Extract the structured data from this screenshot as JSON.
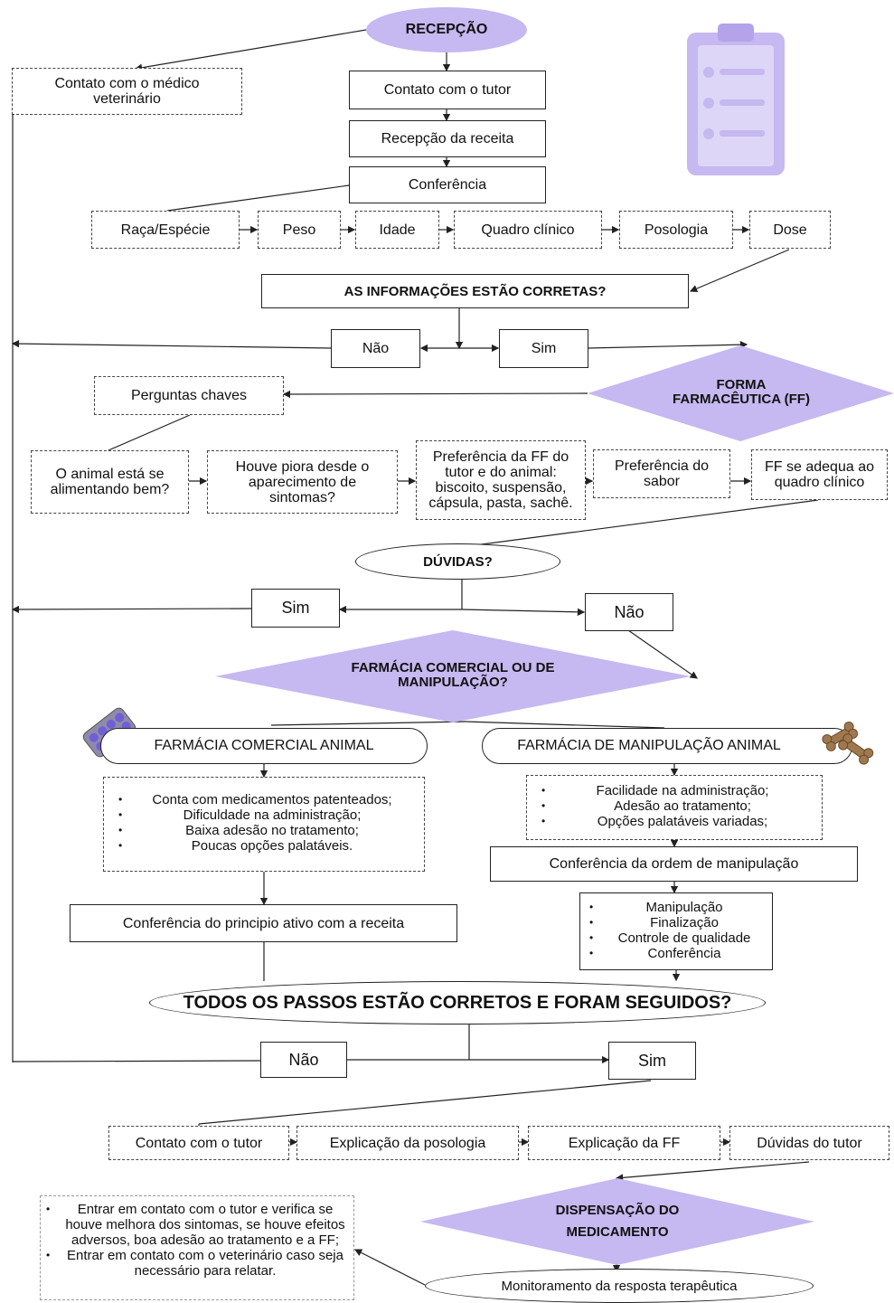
{
  "reception": "RECEPÇÃO",
  "contact_vet": "Contato com o médico veterinário",
  "contact_tutor": "Contato com o tutor",
  "recipe_reception": "Recepção da receita",
  "check": "Conferência",
  "check_items": [
    "Raça/Espécie",
    "Peso",
    "Idade",
    "Quadro clínico",
    "Posologia",
    "Dose"
  ],
  "question_info": "AS INFORMAÇÕES ESTÃO CORRETAS?",
  "no": "Não",
  "yes": "Sim",
  "dosage_form": "FORMA FARMACÊUTICA (FF)",
  "key_questions": "Perguntas chaves",
  "key_items": [
    "O animal está se alimentando bem?",
    "Houve piora desde  o aparecimento de sintomas?",
    "Preferência da FF do tutor e do animal: biscoito, suspensão, cápsula, pasta, sachê.",
    "Preferência do sabor",
    "FF se adequa ao quadro clínico"
  ],
  "doubts": "DÚVIDAS?",
  "pharmacy_question": "FARMÁCIA COMERCIAL OU DE MANIPULAÇÃO?",
  "commercial": {
    "title": "FARMÁCIA COMERCIAL ANIMAL",
    "items": [
      "Conta com medicamentos patenteados;",
      "Dificuldade na administração;",
      "Baixa adesão no tratamento;",
      "Poucas opções palatáveis."
    ],
    "check": "Conferência do principio ativo com a receita"
  },
  "compounding": {
    "title": "FARMÁCIA DE MANIPULAÇÃO ANIMAL",
    "items": [
      "Facilidade na administração;",
      "Adesão ao tratamento;",
      "Opções palatáveis variadas;"
    ],
    "order_check": "Conferência da ordem de manipulação",
    "steps": [
      "Manipulação",
      "Finalização",
      "Controle de qualidade",
      "Conferência"
    ]
  },
  "all_steps": "TODOS OS PASSOS ESTÃO CORRETOS E FORAM SEGUIDOS?",
  "final_items": [
    "Contato com o tutor",
    "Explicação da posologia",
    "Explicação da FF",
    "Dúvidas do tutor"
  ],
  "dispensing": "DISPENSAÇÃO DO MEDICAMENTO",
  "monitoring": "Monitoramento da resposta terapêutica",
  "followup": [
    "Entrar em contato com o tutor e verifica se houve melhora dos sintomas, se houve efeitos adversos, boa adesão ao tratamento e a FF;",
    "Entrar em contato com o veterinário caso seja necessário para relatar."
  ],
  "colors": {
    "purple": "#c6b8f0",
    "purple_light": "#ddd6f7",
    "line": "#222222"
  },
  "icons": [
    "clipboard-icon",
    "pill-blister-icon",
    "dog-bones-icon"
  ]
}
